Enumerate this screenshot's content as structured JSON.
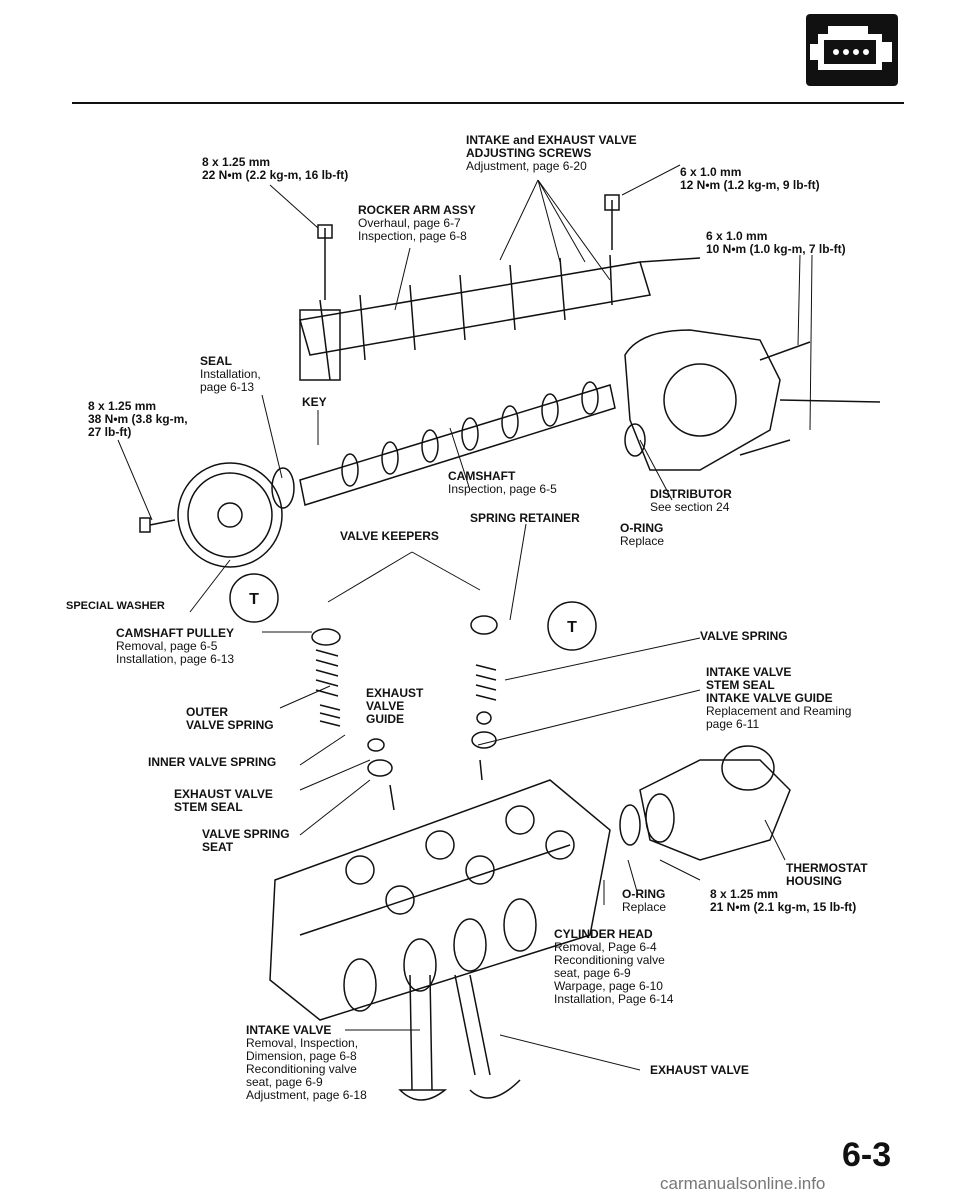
{
  "page_number": "6-3",
  "watermark": "carmanualsonline.info",
  "labels": {
    "bolt_a_size": "8 x 1.25 mm",
    "bolt_a_torque": "22 N•m (2.2 kg-m, 16 lb-ft)",
    "intake_exhaust_title1": "INTAKE and EXHAUST VALVE",
    "intake_exhaust_title2": "ADJUSTING SCREWS",
    "intake_exhaust_ref": "Adjustment, page 6-20",
    "bolt_b_size": "6 x 1.0 mm",
    "bolt_b_torque": "12 N•m (1.2 kg-m, 9 lb-ft)",
    "rocker_title": "ROCKER ARM ASSY",
    "rocker_ref1": "Overhaul, page 6-7",
    "rocker_ref2": "Inspection, page 6-8",
    "bolt_c_size": "6 x 1.0 mm",
    "bolt_c_torque": "10 N•m (1.0 kg-m, 7 lb-ft)",
    "seal_title": "SEAL",
    "seal_ref1": "Installation,",
    "seal_ref2": "page 6-13",
    "bolt_d_size": "8 x 1.25 mm",
    "bolt_d_torque1": "38 N•m (3.8 kg-m,",
    "bolt_d_torque2": "27 lb-ft)",
    "key": "KEY",
    "camshaft_title": "CAMSHAFT",
    "camshaft_ref": "Inspection, page 6-5",
    "distributor_title": "DISTRIBUTOR",
    "distributor_ref": "See section 24",
    "spring_retainer": "SPRING RETAINER",
    "oring1_title": "O-RING",
    "oring1_ref": "Replace",
    "valve_keepers": "VALVE KEEPERS",
    "special_washer": "SPECIAL WASHER",
    "pulley_title": "CAMSHAFT PULLEY",
    "pulley_ref1": "Removal, page 6-5",
    "pulley_ref2": "Installation, page 6-13",
    "valve_spring": "VALVE SPRING",
    "intake_stem_seal1": "INTAKE VALVE",
    "intake_stem_seal2": "STEM SEAL",
    "intake_guide": "INTAKE VALVE GUIDE",
    "intake_guide_ref1": "Replacement and Reaming",
    "intake_guide_ref2": "page 6-11",
    "exhaust_guide1": "EXHAUST",
    "exhaust_guide2": "VALVE",
    "exhaust_guide3": "GUIDE",
    "outer_spring1": "OUTER",
    "outer_spring2": "VALVE SPRING",
    "inner_spring": "INNER VALVE SPRING",
    "exhaust_stem_seal1": "EXHAUST VALVE",
    "exhaust_stem_seal2": "STEM SEAL",
    "spring_seat1": "VALVE SPRING",
    "spring_seat2": "SEAT",
    "thermostat1": "THERMOSTAT",
    "thermostat2": "HOUSING",
    "oring2_title": "O-RING",
    "oring2_ref": "Replace",
    "bolt_e_size": "8 x 1.25 mm",
    "bolt_e_torque": "21 N•m (2.1 kg-m, 15 lb-ft)",
    "head_title": "CYLINDER HEAD",
    "head_ref1": "Removal, Page 6-4",
    "head_ref2": "Reconditioning valve",
    "head_ref3": "seat, page 6-9",
    "head_ref4": "Warpage, page 6-10",
    "head_ref5": "Installation, Page 6-14",
    "intake_valve_title": "INTAKE VALVE",
    "intake_valve_ref1": "Removal, Inspection,",
    "intake_valve_ref2": "Dimension, page 6-8",
    "intake_valve_ref3": "Reconditioning valve",
    "intake_valve_ref4": "seat, page 6-9",
    "intake_valve_ref5": "Adjustment, page 6-18",
    "exhaust_valve": "EXHAUST VALVE"
  },
  "colors": {
    "ink": "#111111",
    "paper": "#ffffff"
  },
  "icons": [
    "engine-section-icon",
    "sealant-symbol-icon"
  ]
}
